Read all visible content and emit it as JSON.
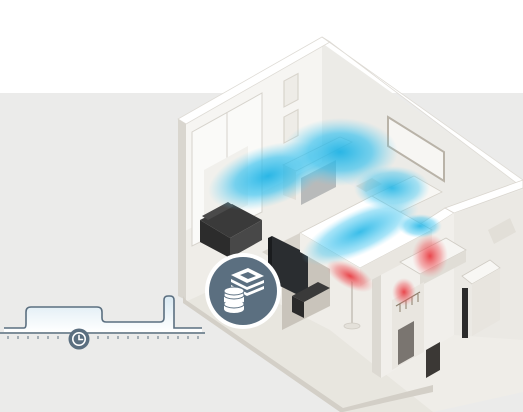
{
  "illustration": {
    "subject": "isometric-hotel-room-cutaway",
    "zones": [
      "bedroom",
      "bathroom"
    ],
    "cooling_color": "#1fb3e5",
    "heating_color": "#e8333a",
    "wall_color": "#f4f3f0",
    "floor_color": "#eeece7",
    "accent_color": "#5b6f80"
  },
  "timeline": {
    "icon": "clock-icon",
    "line_color": "#5b6f80",
    "fill_color": "#cfe3ee"
  },
  "badge": {
    "icon": "money-stack-icon",
    "background": "#5b6f80"
  }
}
